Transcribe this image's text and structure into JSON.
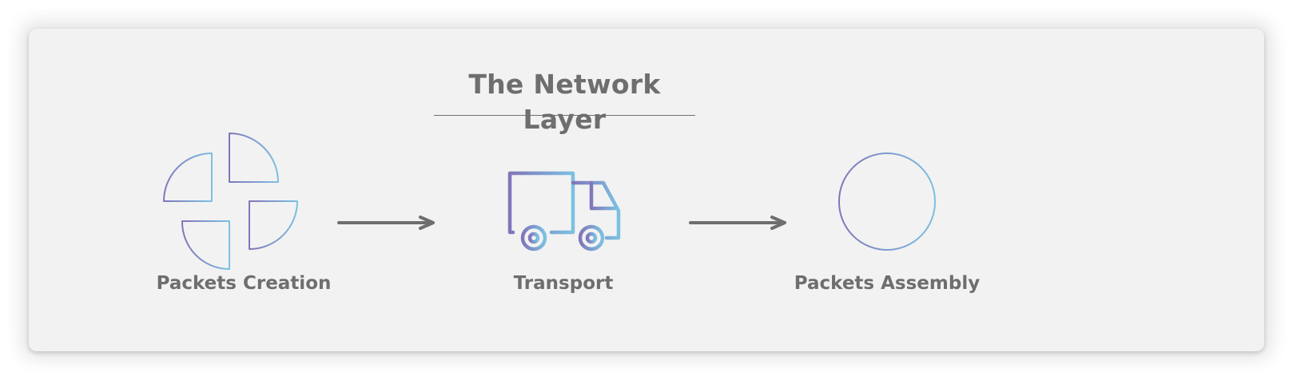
{
  "diagram": {
    "title": "The Network Layer",
    "stages": [
      {
        "label": "Packets Creation",
        "icon": "scattered-quarter-circles-icon"
      },
      {
        "label": "Transport",
        "icon": "truck-icon"
      },
      {
        "label": "Packets Assembly",
        "icon": "assembled-circle-icon"
      }
    ],
    "colors": {
      "text": "#6e6e6e",
      "gradient_start": "#8076bb",
      "gradient_end": "#7cc0e2",
      "arrow": "#6e6e6e",
      "card_background": "#f2f2f2"
    }
  }
}
